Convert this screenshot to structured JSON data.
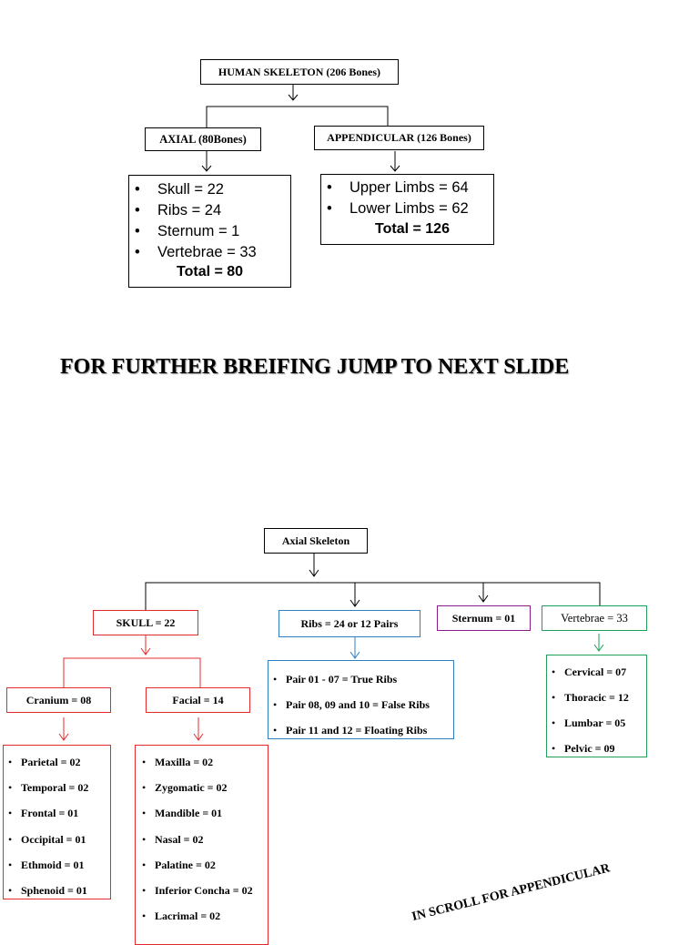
{
  "overview": {
    "root": "HUMAN SKELETON (206 Bones)",
    "axial_label": "AXIAL (80Bones)",
    "appendicular_label": "APPENDICULAR (126 Bones)",
    "axial_items": [
      "Skull = 22",
      "Ribs = 24",
      "Sternum = 1",
      "Vertebrae = 33"
    ],
    "axial_total": "Total = 80",
    "appendicular_items": [
      "Upper Limbs = 64",
      "Lower Limbs = 62"
    ],
    "appendicular_total": "Total = 126"
  },
  "headline": "FOR FURTHER BREIFING JUMP TO NEXT SLIDE",
  "axial_detail": {
    "root": "Axial Skeleton",
    "skull": "SKULL = 22",
    "ribs": "Ribs = 24 or 12 Pairs",
    "sternum": "Sternum = 01",
    "vertebrae": "Vertebrae = 33",
    "cranium": "Cranium = 08",
    "facial": "Facial = 14",
    "rib_items": [
      "Pair 01 - 07 = True Ribs",
      "Pair 08, 09 and 10  = False Ribs",
      "Pair 11 and 12  = Floating Ribs"
    ],
    "vertebrae_items": [
      "Cervical = 07",
      "Thoracic = 12",
      "Lumbar = 05",
      "Pelvic = 09"
    ],
    "cranium_items": [
      "Parietal = 02",
      "Temporal = 02",
      "Frontal = 01",
      "Occipital = 01",
      "Ethmoid = 01",
      "Sphenoid = 01"
    ],
    "facial_items": [
      "Maxilla =  02",
      "Zygomatic = 02",
      "Mandible = 01",
      "Nasal = 02",
      "Palatine = 02",
      "Inferior Concha = 02",
      "Lacrimal = 02"
    ]
  },
  "diagonal_note": "IN SCROLL FOR APPENDICULAR",
  "colors": {
    "red": "#e32b2b",
    "blue": "#2f7fc4",
    "purple": "#8b1d8b",
    "green": "#1fa15a",
    "black": "#000000"
  }
}
